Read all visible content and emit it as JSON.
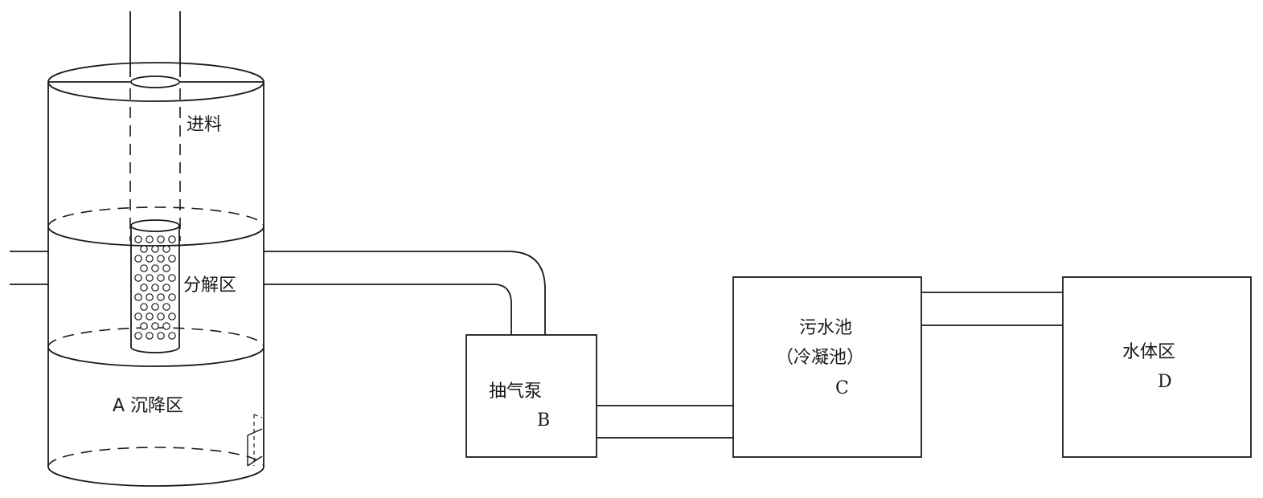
{
  "reactor": {
    "feed_label": "进料",
    "decomposition_label": "分解区",
    "settling_label": "A 沉降区"
  },
  "pump": {
    "name": "抽气泵",
    "letter": "B"
  },
  "sewage_pool": {
    "name": "污水池",
    "subname": "（冷凝池）",
    "letter": "C"
  },
  "water_body": {
    "name": "水体区",
    "letter": "D"
  }
}
